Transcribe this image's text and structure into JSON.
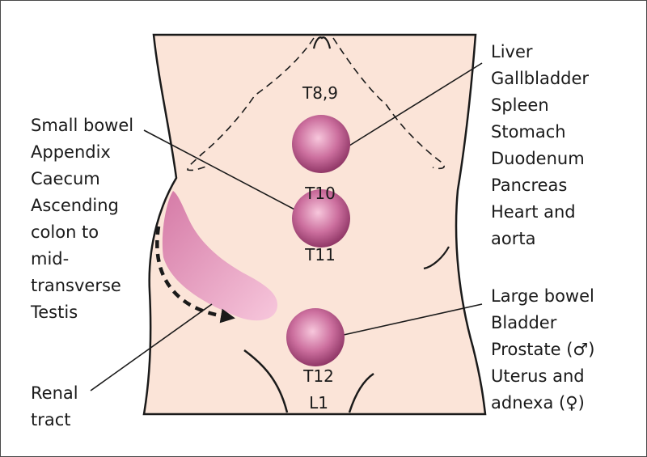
{
  "colors": {
    "skin": "#fbe4d8",
    "outline": "#1a1a1a",
    "sphere_light": "#f7c7dc",
    "sphere_mid": "#cc6f9e",
    "sphere_dark": "#8c3363",
    "renal": "#d57aa6"
  },
  "levels": {
    "upper": "T8,9",
    "middle_top": "T10",
    "middle_bottom": "T11",
    "lower_top": "T12",
    "lower_bottom": "L1"
  },
  "left_groups": {
    "midgut": [
      "Small bowel",
      "Appendix",
      "Caecum",
      "Ascending",
      "colon to",
      "mid-",
      "transverse",
      "Testis"
    ],
    "renal": [
      "Renal",
      "tract"
    ]
  },
  "right_groups": {
    "foregut": [
      "Liver",
      "Gallbladder",
      "Spleen",
      "Stomach",
      "Duodenum",
      "Pancreas",
      "Heart and",
      "aorta"
    ],
    "hindgut": [
      "Large bowel",
      "Bladder",
      "Prostate (♂)",
      "Uterus and",
      "adnexa (♀)"
    ]
  }
}
